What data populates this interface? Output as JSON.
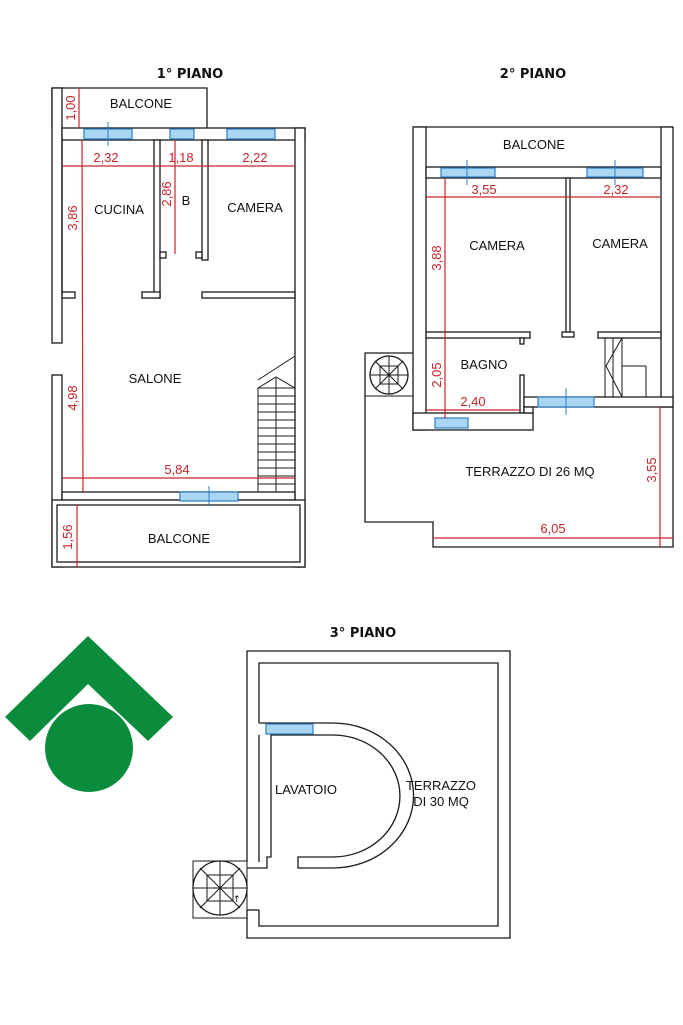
{
  "colors": {
    "brand_green": "#0b8c3c",
    "dimension_red": "#c8242b",
    "window_blue": "#2f7fc4"
  },
  "logo": {
    "icon": "house-roof-circle-logo"
  },
  "floor1": {
    "title": "1° PIANO",
    "rooms": {
      "balcone_top": "BALCONE",
      "cucina": "CUCINA",
      "bagno": "B",
      "camera": "CAMERA",
      "salone": "SALONE",
      "balcone_bottom": "BALCONE"
    },
    "dims": {
      "balcone_top_depth": "1,00",
      "cucina_w": "2,32",
      "bagno_w": "1,18",
      "camera_w": "2,22",
      "cucina_h": "3,86",
      "bagno_h": "2,86",
      "salone_h": "4,98",
      "salone_w": "5,84",
      "balcone_bottom_depth": "1,56"
    }
  },
  "floor2": {
    "title": "2° PIANO",
    "rooms": {
      "balcone": "BALCONE",
      "camera_left": "CAMERA",
      "camera_right": "CAMERA",
      "bagno": "BAGNO",
      "terrazzo": "TERRAZZO DI 26 MQ"
    },
    "dims": {
      "camera_left_w": "3,55",
      "camera_right_w": "2,32",
      "camera_h": "3,88",
      "bagno_h": "2,05",
      "bagno_w": "2,40",
      "terrazzo_h": "3,55",
      "terrazzo_w": "6,05"
    }
  },
  "floor3": {
    "title": "3° PIANO",
    "rooms": {
      "lavatoio": "LAVATOIO",
      "terrazzo_line1": "TERRAZZO",
      "terrazzo_line2": "DI 30 MQ"
    }
  }
}
